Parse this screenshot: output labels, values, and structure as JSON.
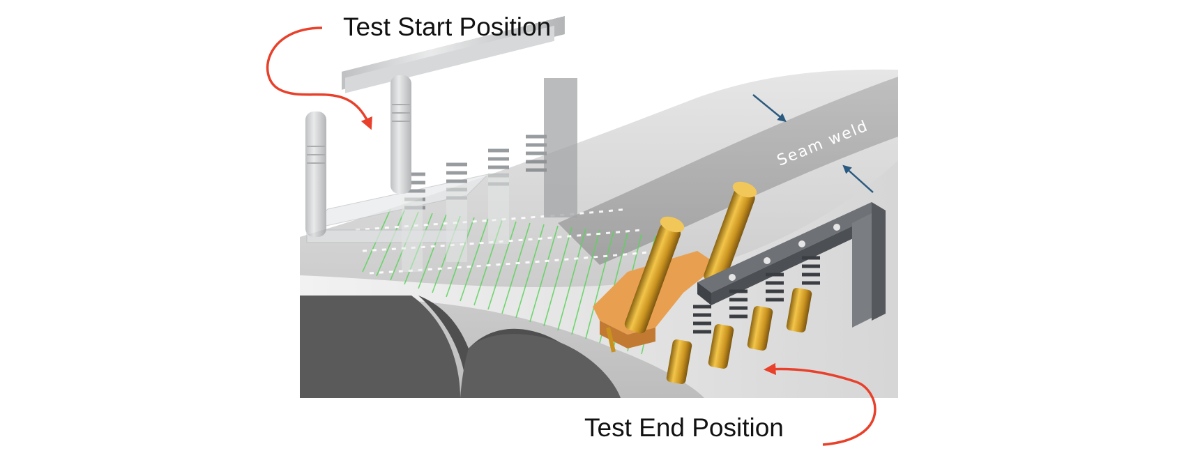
{
  "labels": {
    "start": "Test Start Position",
    "end": "Test End Position",
    "seam": "Seam weld"
  },
  "colors": {
    "callout_arrow": "#e8402a",
    "seam_arrow": "#2b5a80",
    "pipe_surface": "#c9c9c9",
    "pipe_section": "#5a5a5a",
    "probe_gold": "#d4a330",
    "holder_orange": "#e8a050",
    "phased_array_beams": "#5ad45a",
    "frame_dark": "#55585c",
    "frame_transparent": "#d8dadc"
  },
  "icons": {
    "start_callout": "curved-red-arrow",
    "end_callout": "curved-red-arrow",
    "seam_markers": "blue-arrow"
  }
}
